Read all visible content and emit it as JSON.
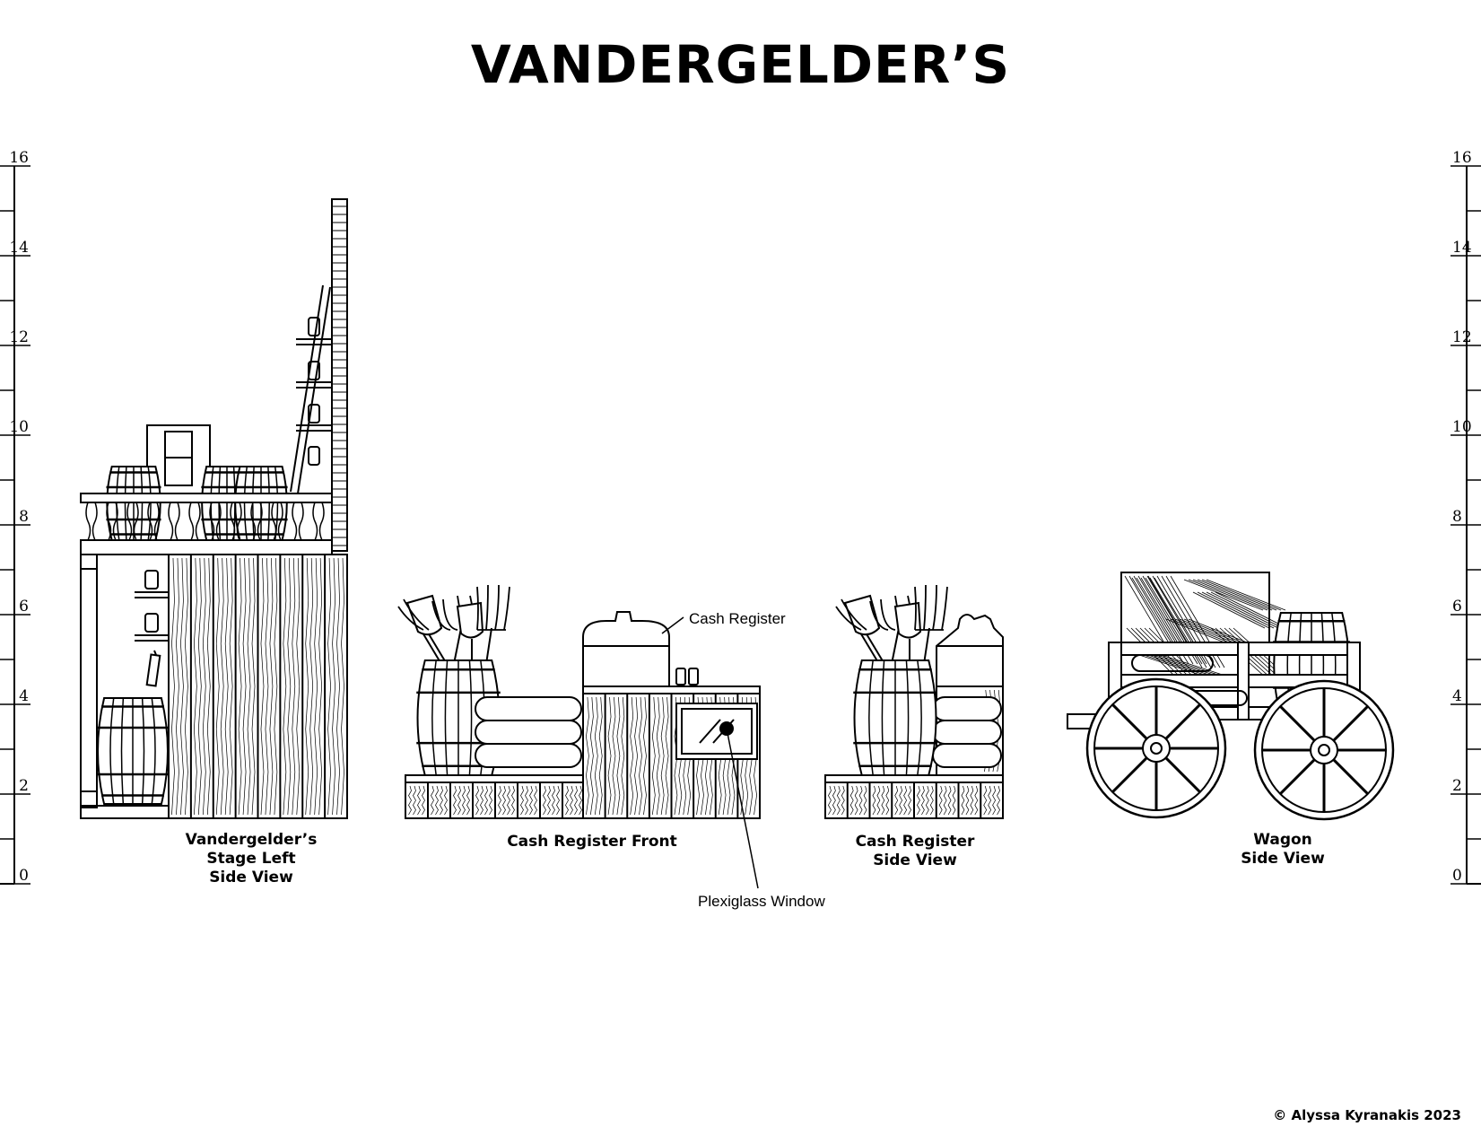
{
  "title": "VANDERGELDER’S",
  "scale_ticks": [
    "0",
    "2",
    "4",
    "6",
    "8",
    "10",
    "12",
    "14",
    "16"
  ],
  "views": {
    "stage_left": [
      "Vandergelder’s",
      "Stage Left",
      "Side View"
    ],
    "register_front": [
      "Cash Register Front"
    ],
    "register_side": [
      "Cash Register",
      "Side View"
    ],
    "wagon": [
      "Wagon",
      "Side View"
    ]
  },
  "callouts": {
    "cash_register": "Cash Register",
    "plexiglass_window": "Plexiglass Window"
  },
  "copyright": "© Alyssa Kyranakis 2023"
}
